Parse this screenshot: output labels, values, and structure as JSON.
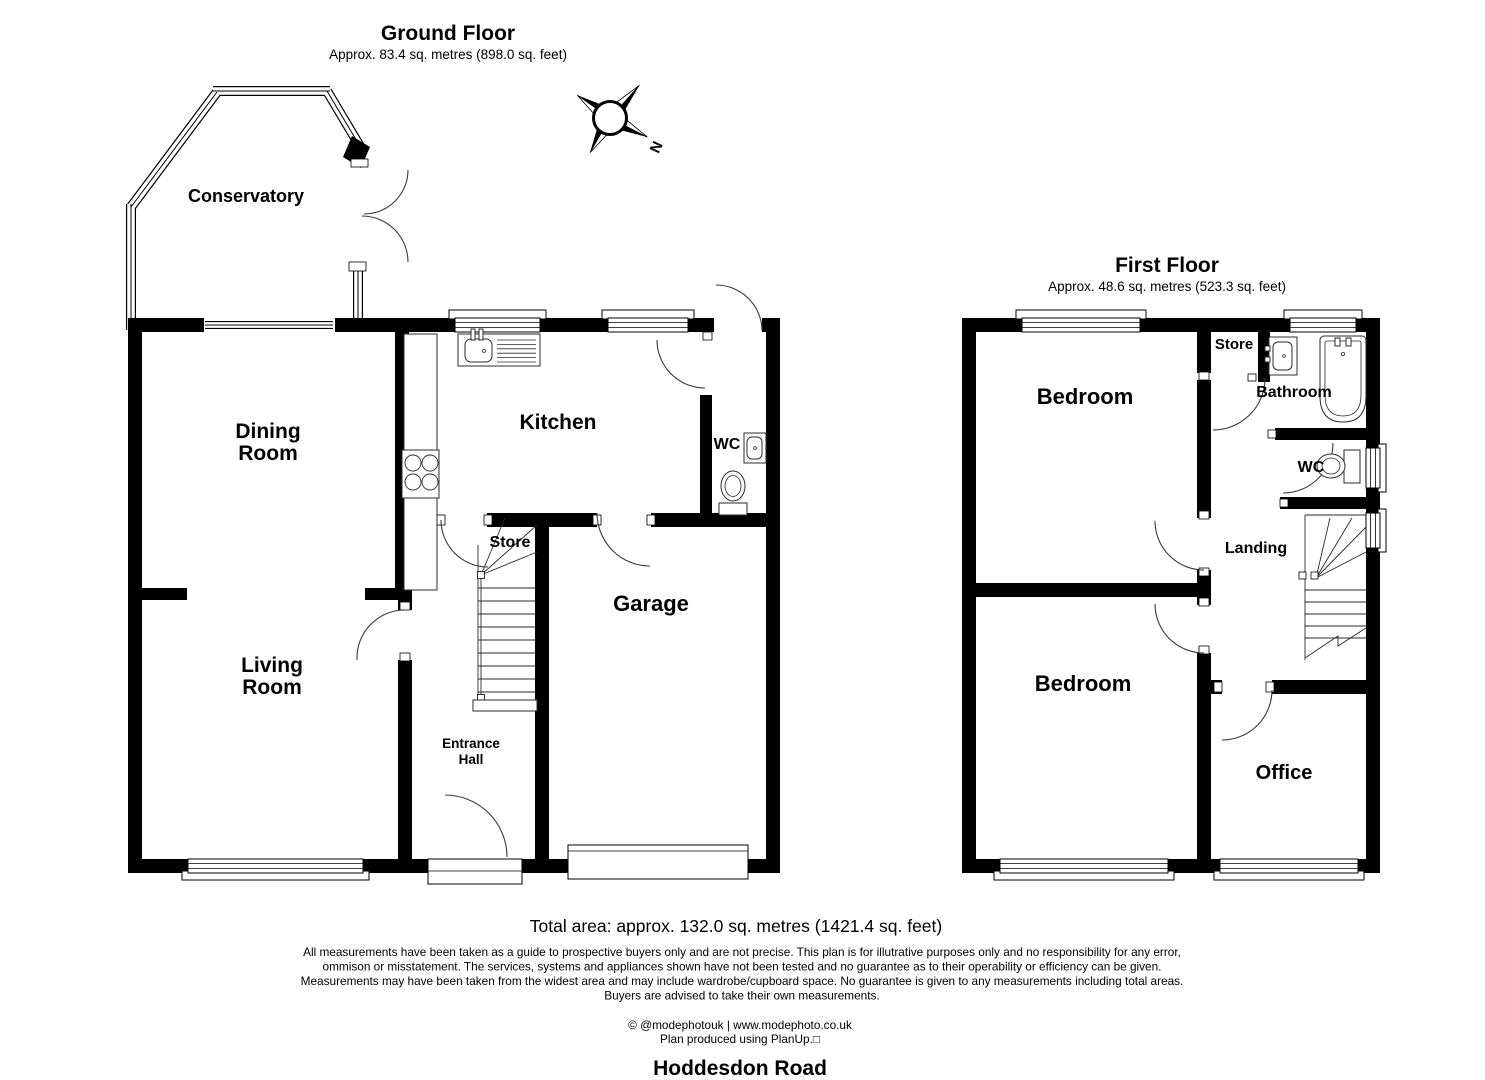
{
  "page": {
    "background_color": "#ffffff",
    "wall_color": "#000000",
    "line_color": "#3a3a3a"
  },
  "ground_floor": {
    "title": "Ground Floor",
    "subtitle": "Approx. 83.4 sq. metres (898.0 sq. feet)",
    "rooms": {
      "conservatory": "Conservatory",
      "dining_room": [
        "Dining",
        "Room"
      ],
      "living_room": [
        "Living",
        "Room"
      ],
      "kitchen": "Kitchen",
      "wc": "WC",
      "store": "Store",
      "garage": "Garage",
      "entrance_hall": [
        "Entrance",
        "Hall"
      ]
    }
  },
  "first_floor": {
    "title": "First Floor",
    "subtitle": "Approx. 48.6 sq. metres (523.3 sq. feet)",
    "rooms": {
      "bedroom_front": "Bedroom",
      "store": "Store",
      "bathroom": "Bathroom",
      "wc": "WC",
      "landing": "Landing",
      "bedroom_back": "Bedroom",
      "office": "Office"
    }
  },
  "compass": {
    "north_label": "N"
  },
  "footer": {
    "total_area": "Total area: approx. 132.0 sq. metres (1421.4 sq. feet)",
    "disclaimer": [
      "All measurements have been taken as a guide to prospective buyers only and are not precise. This plan is for illutrative purposes only and no responsibility for any error,",
      "ommison or misstatement. The services, systems and appliances shown have not been tested and no guarantee as to their operability or efficiency can be given.",
      "Measurements may have been taken from the widest area and may include wardrobe/cupboard space. No guarantee is given to any measurements including total areas.",
      "Buyers are advised to take their own measurements."
    ],
    "credit_line1": "© @modephotouk | www.modephoto.co.uk",
    "credit_line2": "Plan produced using PlanUp.□",
    "property_name": "Hoddesdon Road"
  }
}
